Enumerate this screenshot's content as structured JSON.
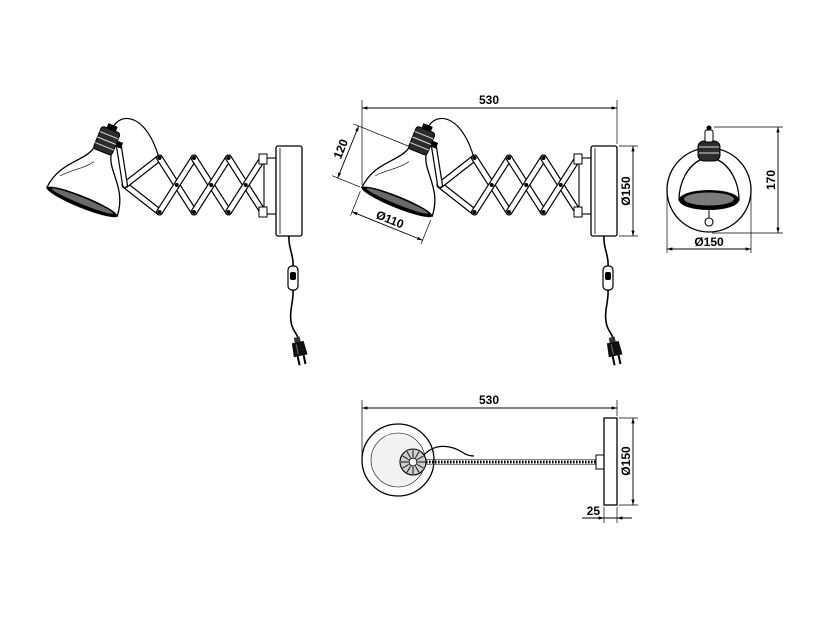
{
  "dimensions": {
    "side_view": {
      "overall_width": "530",
      "shade_height": "120",
      "shade_diameter": "Ø110",
      "plate_diameter": "Ø150"
    },
    "front_view": {
      "overall_height": "170",
      "plate_diameter": "Ø150"
    },
    "top_view": {
      "overall_width": "530",
      "plate_diameter": "Ø150",
      "plate_depth": "25"
    }
  },
  "colors": {
    "line": "#000000",
    "background": "#ffffff"
  }
}
